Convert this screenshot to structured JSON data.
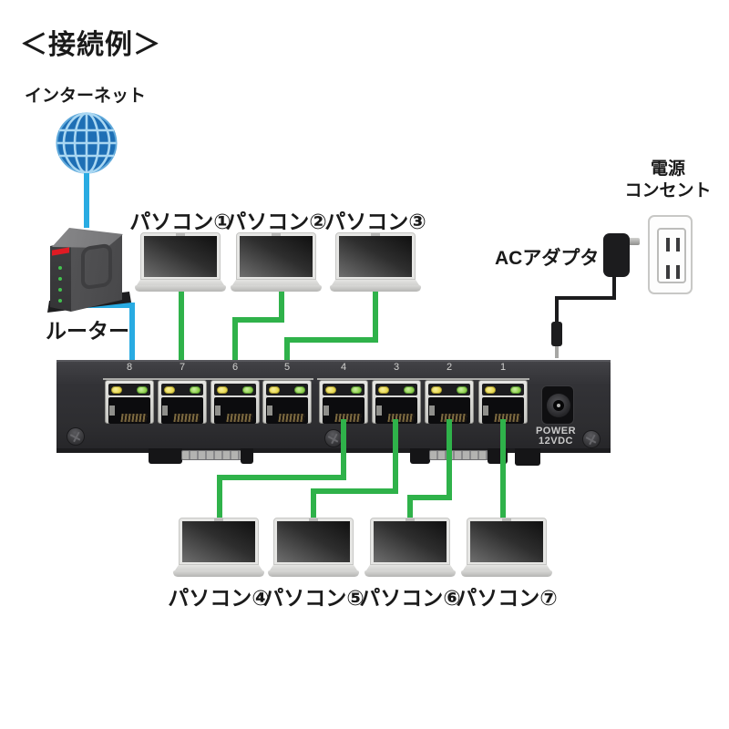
{
  "title": "＜接続例＞",
  "internet": {
    "label": "インターネット"
  },
  "router": {
    "label": "ルーター"
  },
  "top_pcs": [
    {
      "label": "パソコン①"
    },
    {
      "label": "パソコン②"
    },
    {
      "label": "パソコン③"
    }
  ],
  "bottom_pcs": [
    {
      "label": "パソコン④"
    },
    {
      "label": "パソコン⑤"
    },
    {
      "label": "パソコン⑥"
    },
    {
      "label": "パソコン⑦"
    }
  ],
  "switch": {
    "port_numbers": [
      "8",
      "7",
      "6",
      "5",
      "4",
      "3",
      "2",
      "1"
    ],
    "power_label_line1": "POWER",
    "power_label_line2": "12VDC"
  },
  "power": {
    "adapter_label": "ACアダプタ",
    "outlet_label_line1": "電源",
    "outlet_label_line2": "コンセント"
  },
  "colors": {
    "cable_blue": "#29abe2",
    "cable_green": "#2fb24a",
    "globe_fill": "#1e6fb5",
    "globe_lines": "#a9d7f2",
    "led_yellow": "#e9d84e",
    "led_green": "#8fd04a",
    "switch_body": "#323236",
    "cord_black": "#1b1b1d"
  }
}
